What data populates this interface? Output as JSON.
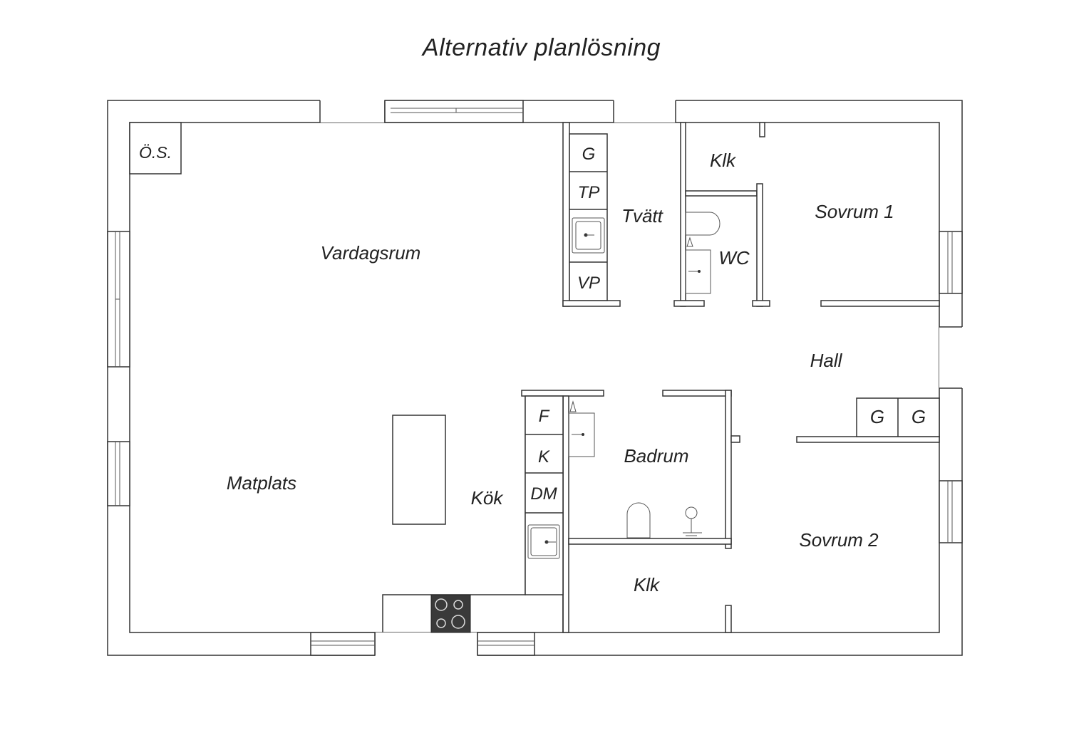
{
  "title": "Alternativ planlösning",
  "rooms": {
    "os": "Ö.S.",
    "vardagsrum": "Vardagsrum",
    "tvatt": "Tvätt",
    "klk_top": "Klk",
    "sovrum1": "Sovrum 1",
    "wc": "WC",
    "hall": "Hall",
    "matplats": "Matplats",
    "kok": "Kök",
    "badrum": "Badrum",
    "sovrum2": "Sovrum 2",
    "klk_bottom": "Klk"
  },
  "fixtures": {
    "laundry_g": "G",
    "laundry_tp": "TP",
    "laundry_vp": "VP",
    "kitchen_f": "F",
    "kitchen_k": "K",
    "kitchen_dm": "DM",
    "hall_g1": "G",
    "hall_g2": "G"
  }
}
